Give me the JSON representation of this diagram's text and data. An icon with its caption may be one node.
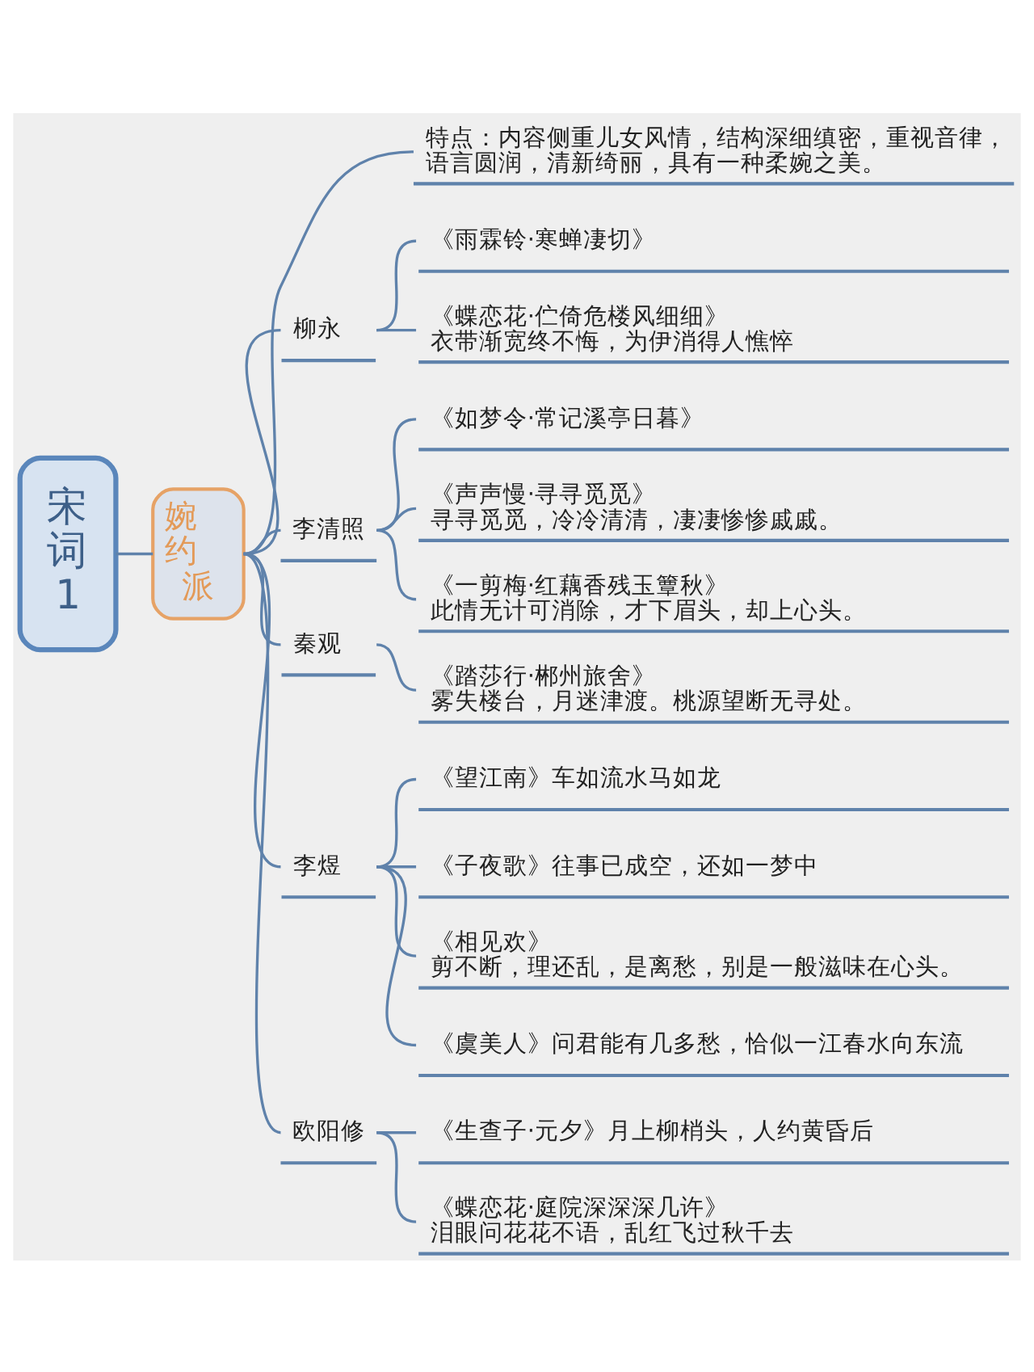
{
  "diagram": {
    "nodes": [
      {
        "text": [
          "宋词1"
        ]
      },
      {
        "text": [
          "婉约派"
        ]
      },
      {
        "text": [
          "特点：内容侧重儿女风情，结构深细缜密，重视音律，语言圆润，清新绮丽，具有一种柔婉之美。"
        ]
      },
      {
        "text": [
          "柳永"
        ]
      },
      {
        "text": [
          "《雨霖铃·寒蝉凄切》"
        ]
      },
      {
        "text": [
          "《蝶恋花·伫倚危楼风细细》",
          "衣带渐宽终不悔，为伊消得人憔悴"
        ]
      },
      {
        "text": [
          "李清照"
        ]
      },
      {
        "text": [
          "《如梦令·常记溪亭日暮》"
        ]
      },
      {
        "text": [
          "《声声慢·寻寻觅觅》",
          "寻寻觅觅，冷冷清清，凄凄惨惨戚戚。"
        ]
      },
      {
        "text": [
          "《一剪梅·红藕香残玉簟秋》",
          "此情无计可消除，才下眉头，却上心头。"
        ]
      },
      {
        "text": [
          "秦观"
        ]
      },
      {
        "text": [
          "《踏莎行·郴州旅舍》",
          "雾失楼台，月迷津渡。桃源望断无寻处。"
        ]
      },
      {
        "text": [
          "李煜"
        ]
      },
      {
        "text": [
          "《望江南》车如流水马如龙"
        ]
      },
      {
        "text": [
          "《子夜歌》往事已成空，还如一梦中"
        ]
      },
      {
        "text": [
          "《相见欢》",
          "剪不断，理还乱，是离愁，别是一般滋味在心头。"
        ]
      },
      {
        "text": [
          "《虞美人》问君能有几多愁，恰似一江春水向东流"
        ]
      },
      {
        "text": [
          "欧阳修"
        ]
      },
      {
        "text": [
          "《生查子·元夕》月上柳梢头，人约黄昏后"
        ]
      },
      {
        "text": [
          "《蝶恋花·庭院深深深几许》",
          "泪眼问花花不语，乱红飞过秋千去"
        ]
      }
    ],
    "edges": [
      {
        "from": 0,
        "to": 1,
        "arrow": "none"
      },
      {
        "from": 1,
        "to": 2,
        "arrow": "none"
      },
      {
        "from": 1,
        "to": 3,
        "arrow": "none"
      },
      {
        "from": 3,
        "to": 4,
        "arrow": "none"
      },
      {
        "from": 3,
        "to": 5,
        "arrow": "none"
      },
      {
        "from": 1,
        "to": 6,
        "arrow": "none"
      },
      {
        "from": 6,
        "to": 7,
        "arrow": "none"
      },
      {
        "from": 6,
        "to": 8,
        "arrow": "none"
      },
      {
        "from": 6,
        "to": 9,
        "arrow": "none"
      },
      {
        "from": 1,
        "to": 10,
        "arrow": "none"
      },
      {
        "from": 10,
        "to": 11,
        "arrow": "none"
      },
      {
        "from": 1,
        "to": 12,
        "arrow": "none"
      },
      {
        "from": 12,
        "to": 13,
        "arrow": "none"
      },
      {
        "from": 12,
        "to": 14,
        "arrow": "none"
      },
      {
        "from": 12,
        "to": 15,
        "arrow": "none"
      },
      {
        "from": 12,
        "to": 16,
        "arrow": "none"
      },
      {
        "from": 1,
        "to": 17,
        "arrow": "none"
      },
      {
        "from": 17,
        "to": 18,
        "arrow": "none"
      },
      {
        "from": 17,
        "to": 19,
        "arrow": "none"
      }
    ]
  }
}
